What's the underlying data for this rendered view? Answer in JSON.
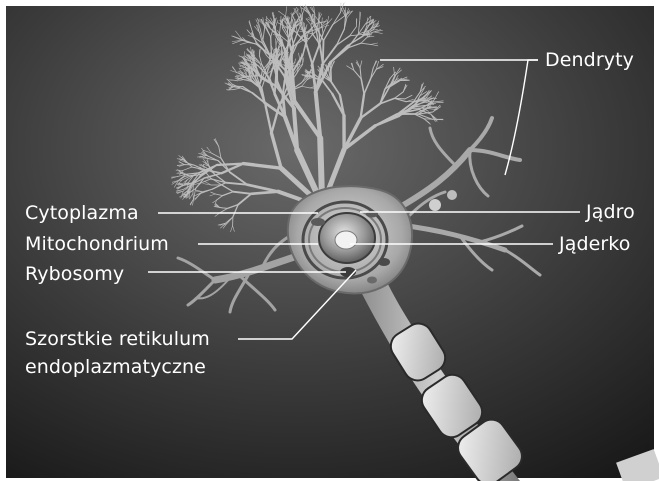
{
  "labels": {
    "dendrites": "Dendryty",
    "cytoplasm": "Cytoplazma",
    "mitochondrion": "Mitochondrium",
    "ribosomes": "Rybosomy",
    "rough_er_line1": "Szorstkie retikulum",
    "rough_er_line2": "endoplazmatyczne",
    "nucleus": "Jądro",
    "nucleolus": "Jąderko"
  },
  "colors": {
    "label_text": "#ffffff",
    "leader_line": "#ffffff"
  }
}
